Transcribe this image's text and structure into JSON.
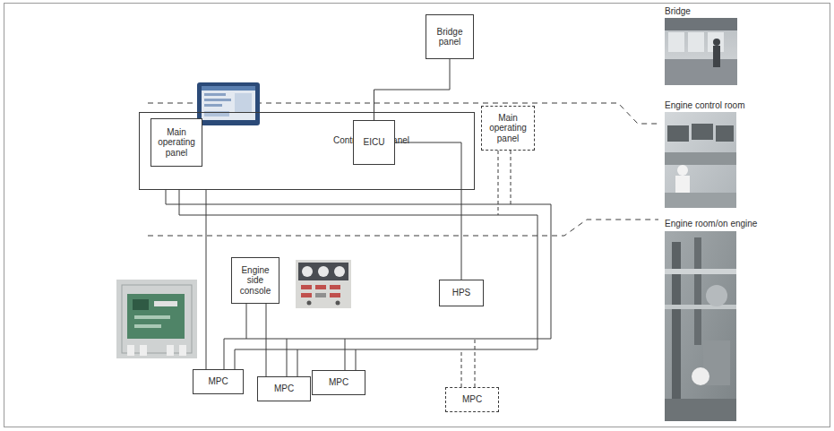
{
  "diagram": {
    "nodes": [
      {
        "text": [
          "Bridge panel"
        ]
      },
      {
        "text": [
          "Control room panel"
        ]
      },
      {
        "text": [
          "Main operating panel"
        ],
        "in": 1
      },
      {
        "text": [
          "EICU"
        ],
        "in": 1
      },
      {
        "text": [
          "Main operating panel"
        ]
      },
      {
        "text": [
          "Engine side console"
        ]
      },
      {
        "text": [
          "HPS"
        ]
      },
      {
        "text": [
          "MPC"
        ]
      },
      {
        "text": [
          "MPC"
        ]
      },
      {
        "text": [
          "MPC"
        ]
      },
      {
        "text": [
          "MPC"
        ]
      }
    ],
    "edges": [
      {
        "from": 0,
        "to": 3,
        "arrow": "none"
      },
      {
        "from": 3,
        "to": 6,
        "arrow": "none"
      },
      {
        "from": 1,
        "to": 7,
        "arrow": "none"
      },
      {
        "from": 5,
        "to": 8,
        "arrow": "none"
      }
    ],
    "labels": [
      "Bridge",
      "Engine control room",
      "Engine room/on engine"
    ]
  }
}
